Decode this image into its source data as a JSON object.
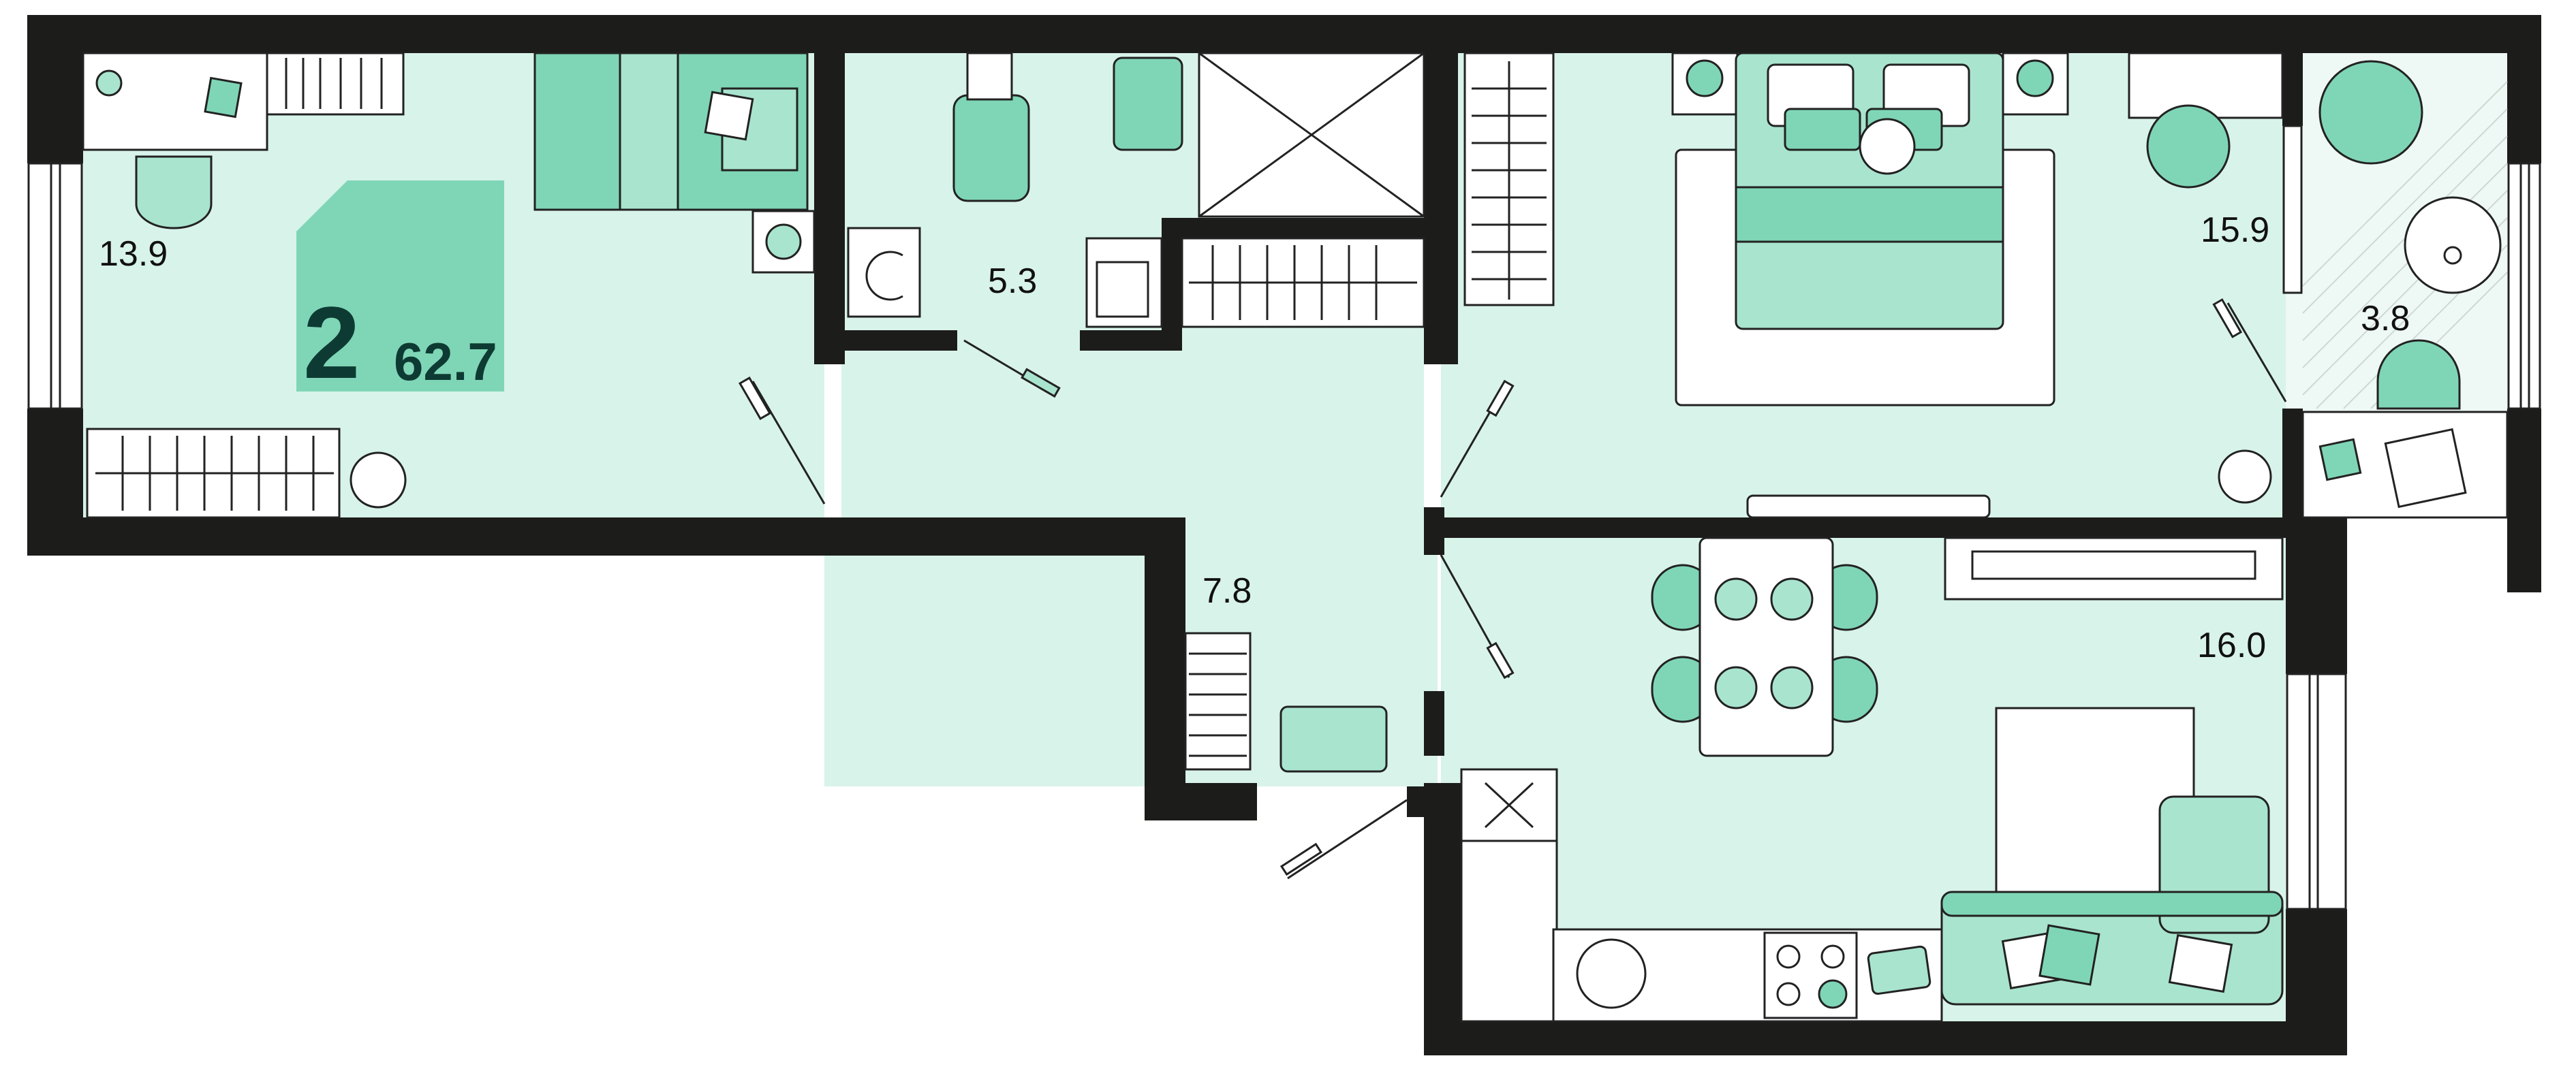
{
  "colors": {
    "floor": "#d8f3ea",
    "accent": "#7fd6b6",
    "accent_light": "#a9e4cf",
    "wall": "#1c1c1a",
    "badge_text": "#0d3b33"
  },
  "badge": {
    "rooms": "2",
    "total_area": "62.7"
  },
  "rooms": [
    {
      "id": "bedroom-small",
      "area": "13.9"
    },
    {
      "id": "bathroom",
      "area": "5.3"
    },
    {
      "id": "bedroom-master",
      "area": "15.9"
    },
    {
      "id": "balcony",
      "area": "3.8"
    },
    {
      "id": "hallway",
      "area": "7.8"
    },
    {
      "id": "kitchen-living",
      "area": "16.0"
    }
  ]
}
